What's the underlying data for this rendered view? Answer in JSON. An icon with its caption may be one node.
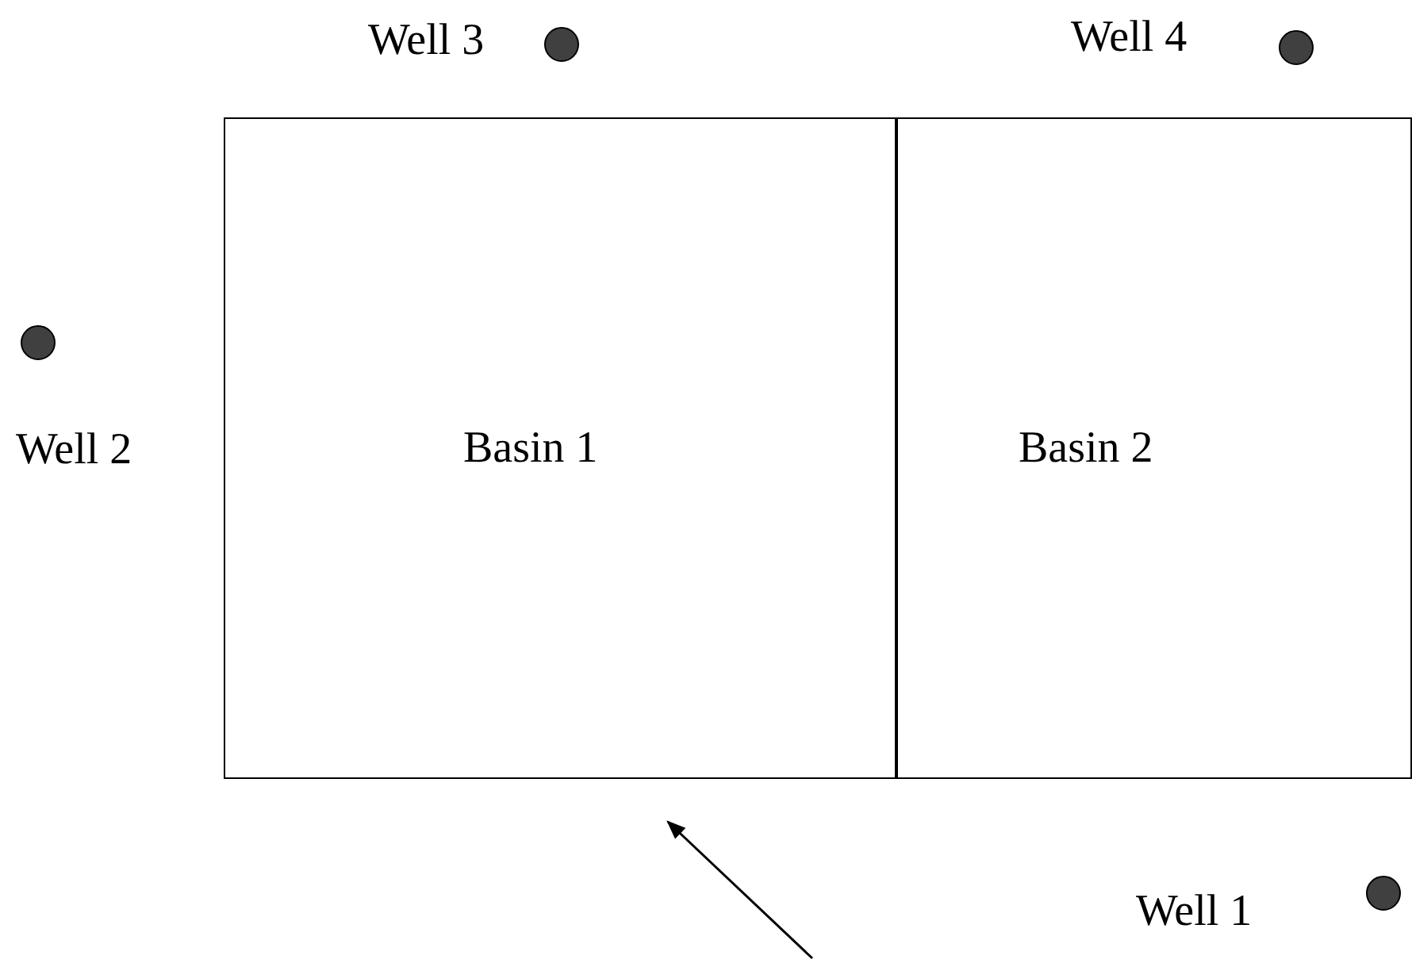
{
  "diagram": {
    "nodes": [
      {
        "text": [],
        "shape": "circle",
        "beside": [
          "Well 3"
        ]
      },
      {
        "text": [],
        "shape": "circle",
        "beside": [
          "Well 4"
        ]
      },
      {
        "text": [],
        "shape": "circle",
        "beside": [
          "Well 2"
        ]
      },
      {
        "text": [
          "Basin 1"
        ]
      },
      {
        "text": [
          "Basin 2"
        ]
      },
      {
        "text": [],
        "shape": "circle",
        "beside": [
          "Well 1"
        ]
      }
    ]
  }
}
